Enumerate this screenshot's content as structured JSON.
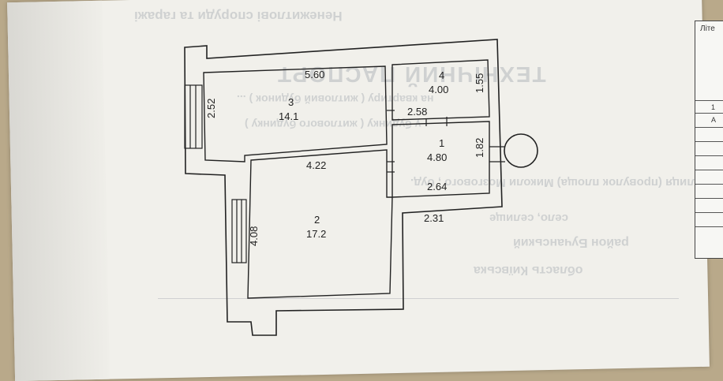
{
  "document": {
    "ghost_title": "ТЕХНІЧНИЙ ПАСПОРТ",
    "ghost_lines": [
      "Ненежитлові споруди та гаражі",
      "на квартиру ( житловий будинок ) ...",
      "у будинку ( житлового будинку )",
      "вулиця (провулок площа) Миколи Мозгового , буд.",
      "село, селище",
      "район Бучанський",
      "область Київська"
    ],
    "form_header": "Літе",
    "form_numbers": [
      "1",
      "А"
    ]
  },
  "rooms": [
    {
      "id": "3",
      "area": "14.1"
    },
    {
      "id": "4",
      "area": "4.00"
    },
    {
      "id": "1",
      "area": "4.80"
    },
    {
      "id": "2",
      "area": "17.2"
    }
  ],
  "dimensions": {
    "d_5_60": "5.60",
    "d_2_52": "2.52",
    "d_1_55": "1.55",
    "d_2_58": "2.58",
    "d_1_82": "1.82",
    "d_4_22": "4.22",
    "d_2_64": "2.64",
    "d_2_31": "2.31",
    "d_4_08": "4.08"
  },
  "colors": {
    "ink": "#222222",
    "paper": "#f1f0eb"
  }
}
